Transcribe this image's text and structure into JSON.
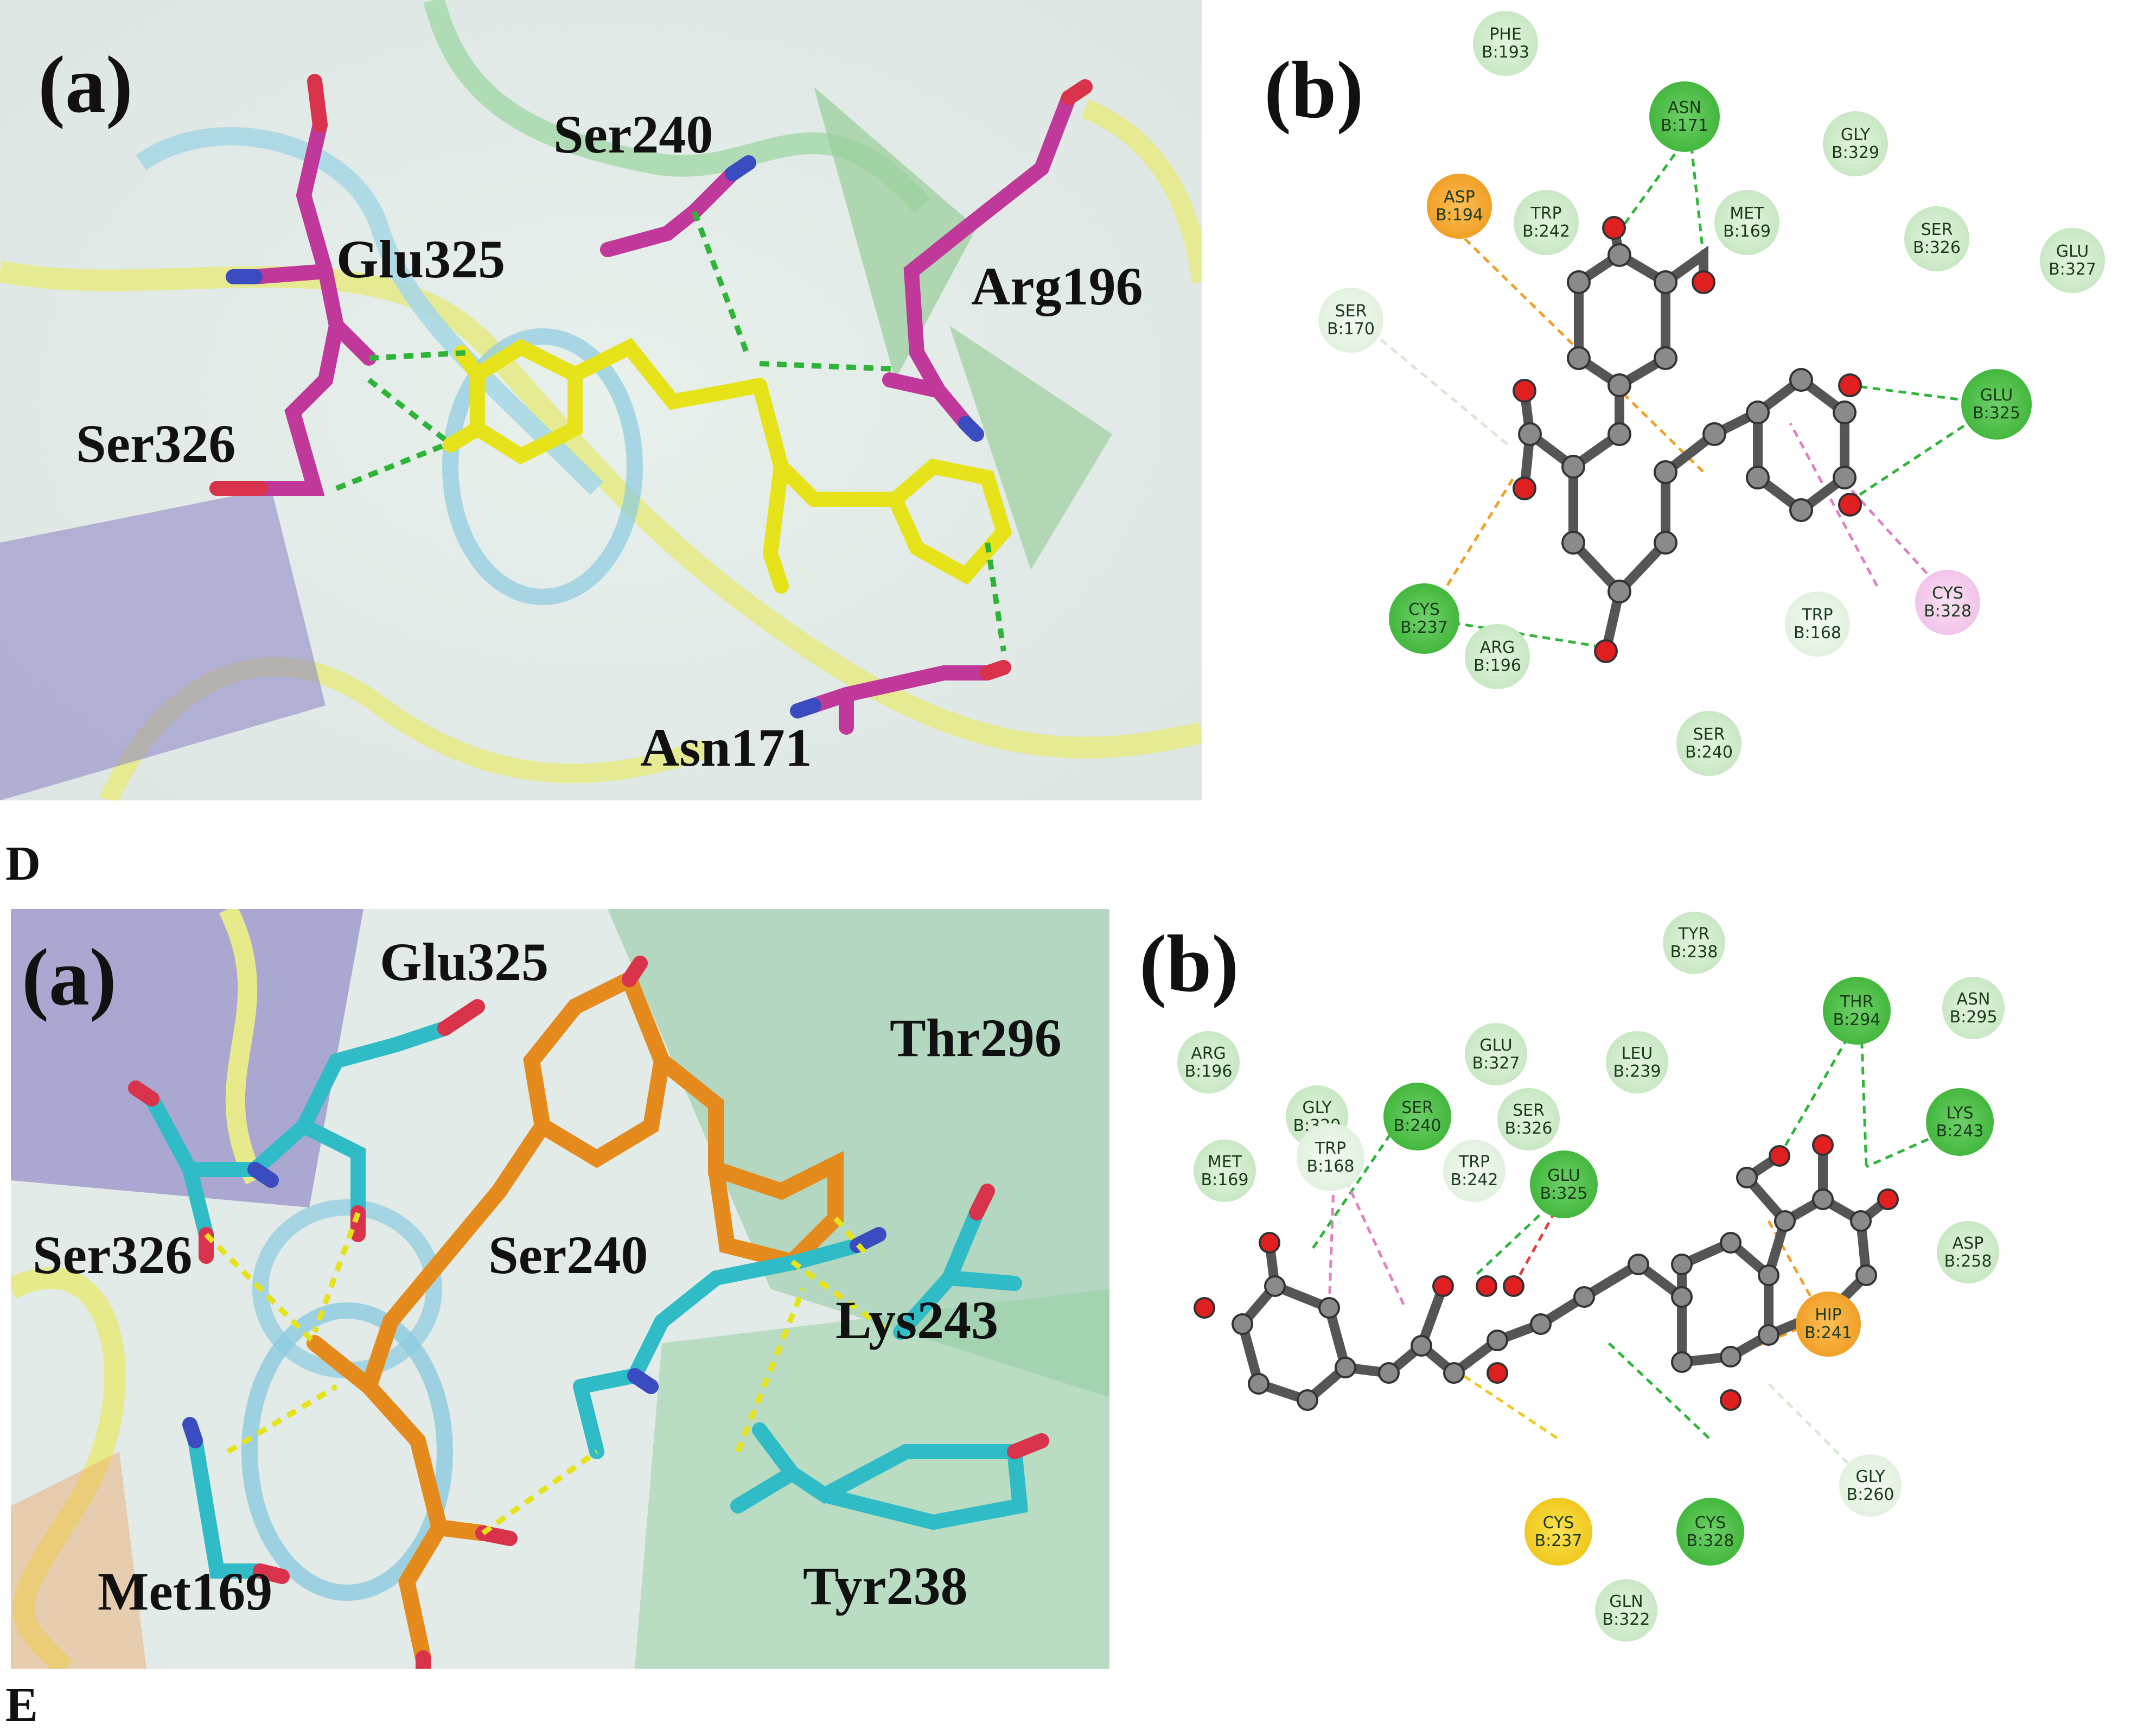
{
  "figure_letters": {
    "top": "D",
    "bottom": "E"
  },
  "panel_D": {
    "a": {
      "letter": "(a)",
      "residues": [
        "Ser240",
        "Glu325",
        "Arg196",
        "Ser326",
        "Asn171"
      ]
    },
    "b": {
      "letter": "(b)",
      "residues": [
        {
          "name": "PHE",
          "id": "B:193",
          "type": "vdw"
        },
        {
          "name": "ASN",
          "id": "B:171",
          "type": "hbond"
        },
        {
          "name": "GLY",
          "id": "B:329",
          "type": "vdw"
        },
        {
          "name": "ASP",
          "id": "B:194",
          "type": "attract"
        },
        {
          "name": "TRP",
          "id": "B:242",
          "type": "vdw"
        },
        {
          "name": "MET",
          "id": "B:169",
          "type": "vdw"
        },
        {
          "name": "SER",
          "id": "B:326",
          "type": "vdw"
        },
        {
          "name": "GLU",
          "id": "B:327",
          "type": "vdw"
        },
        {
          "name": "SER",
          "id": "B:170",
          "type": "carbonhb"
        },
        {
          "name": "GLU",
          "id": "B:325",
          "type": "hbond"
        },
        {
          "name": "CYS",
          "id": "B:237",
          "type": "hbond"
        },
        {
          "name": "ARG",
          "id": "B:196",
          "type": "vdw"
        },
        {
          "name": "TRP",
          "id": "B:168",
          "type": "carbonhb"
        },
        {
          "name": "CYS",
          "id": "B:328",
          "type": "pialkyl"
        },
        {
          "name": "SER",
          "id": "B:240",
          "type": "vdw"
        }
      ]
    }
  },
  "panel_E": {
    "a": {
      "letter": "(a)",
      "residues": [
        "Glu325",
        "Thr296",
        "Ser326",
        "Ser240",
        "Lys243",
        "Met169",
        "Tyr238"
      ]
    },
    "b": {
      "letter": "(b)",
      "residues": [
        {
          "name": "TYR",
          "id": "B:238",
          "type": "vdw"
        },
        {
          "name": "THR",
          "id": "B:294",
          "type": "hbond"
        },
        {
          "name": "ASN",
          "id": "B:295",
          "type": "vdw"
        },
        {
          "name": "ARG",
          "id": "B:196",
          "type": "vdw"
        },
        {
          "name": "GLU",
          "id": "B:327",
          "type": "vdw"
        },
        {
          "name": "LEU",
          "id": "B:239",
          "type": "vdw"
        },
        {
          "name": "GLY",
          "id": "B:329",
          "type": "vdw"
        },
        {
          "name": "SER",
          "id": "B:240",
          "type": "hbond"
        },
        {
          "name": "SER",
          "id": "B:326",
          "type": "vdw"
        },
        {
          "name": "LYS",
          "id": "B:243",
          "type": "hbond"
        },
        {
          "name": "MET",
          "id": "B:169",
          "type": "vdw"
        },
        {
          "name": "TRP",
          "id": "B:168",
          "type": "carbonhb"
        },
        {
          "name": "TRP",
          "id": "B:242",
          "type": "carbonhb"
        },
        {
          "name": "GLU",
          "id": "B:325",
          "type": "hbond"
        },
        {
          "name": "ASP",
          "id": "B:258",
          "type": "vdw"
        },
        {
          "name": "HIP",
          "id": "B:241",
          "type": "attract"
        },
        {
          "name": "GLY",
          "id": "B:260",
          "type": "carbonhb"
        },
        {
          "name": "CYS",
          "id": "B:237",
          "type": "sulfur"
        },
        {
          "name": "CYS",
          "id": "B:328",
          "type": "hbond"
        },
        {
          "name": "GLN",
          "id": "B:322",
          "type": "vdw"
        }
      ]
    }
  }
}
